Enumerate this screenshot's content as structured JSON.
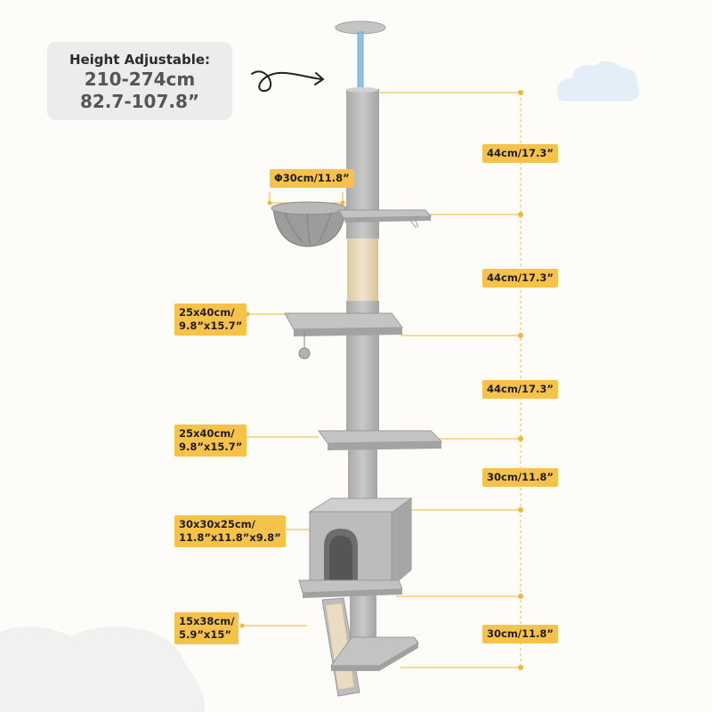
{
  "height_box": {
    "title": "Height Adjustable:",
    "metric": "210-274cm",
    "imperial": "82.7-107.8”"
  },
  "dimension_labels": {
    "basket": "Φ30cm/11.8”",
    "platform_upper_line1": "25x40cm/",
    "platform_upper_line2": "9.8”x15.7”",
    "platform_lower_line1": "25x40cm/",
    "platform_lower_line2": "9.8”x15.7”",
    "condo_line1": "30x30x25cm/",
    "condo_line2": "11.8”x11.8”x9.8”",
    "ramp_line1": "15x38cm/",
    "ramp_line2": "5.9”x15”"
  },
  "vertical_spacings": {
    "gap1": "44cm/17.3”",
    "gap2": "44cm/17.3”",
    "gap3": "44cm/17.3”",
    "gap4": "30cm/11.8”",
    "gap5": "30cm/11.8”"
  },
  "colors": {
    "label_bg": "#f6c24a",
    "guide_line": "#f2c45a",
    "plush_gray": "#bdbdbd",
    "sisal": "#e9dcc0"
  }
}
